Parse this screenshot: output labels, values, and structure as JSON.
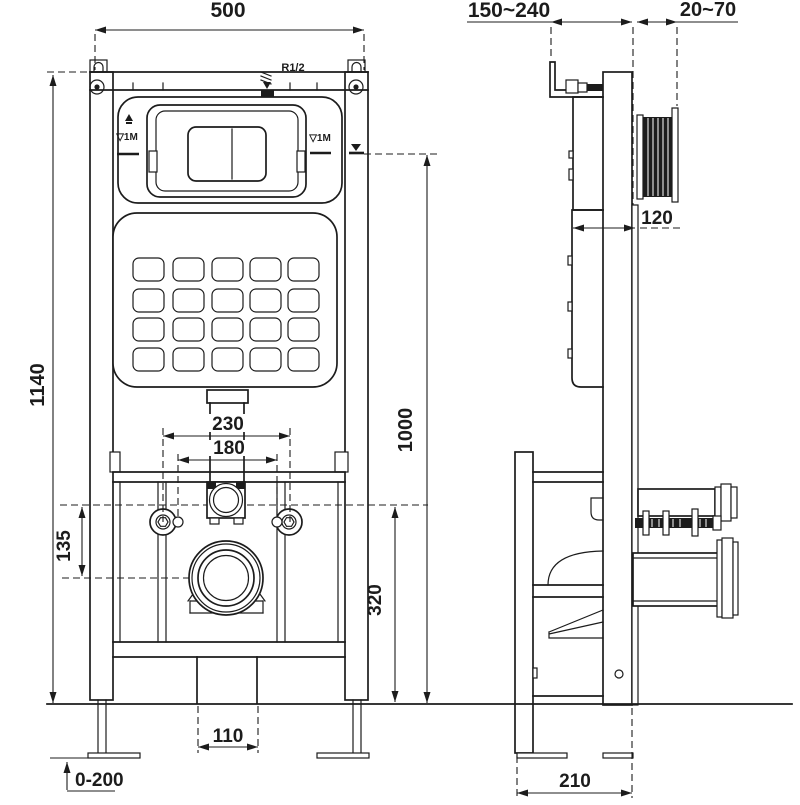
{
  "colors": {
    "line": "#1c1c1c",
    "background": "#ffffff"
  },
  "front_view": {
    "dim_width": "500",
    "dim_frame_height": "1140",
    "dim_panel_center_height": "1000",
    "dim_bolt_spacing": "230",
    "dim_stud_spacing": "180",
    "dim_outlet_drop": "135",
    "dim_outlet_height": "320",
    "dim_drain_width": "110",
    "dim_foot_adjust": "0-200",
    "label_water_inlet": "R1/2",
    "label_level_left": "▽1M",
    "label_level_right": "▽1M"
  },
  "side_view": {
    "dim_depth_adjust": "150~240",
    "dim_wall_thickness": "20~70",
    "dim_cistern_depth": "120",
    "dim_foot_spacing": "210"
  }
}
